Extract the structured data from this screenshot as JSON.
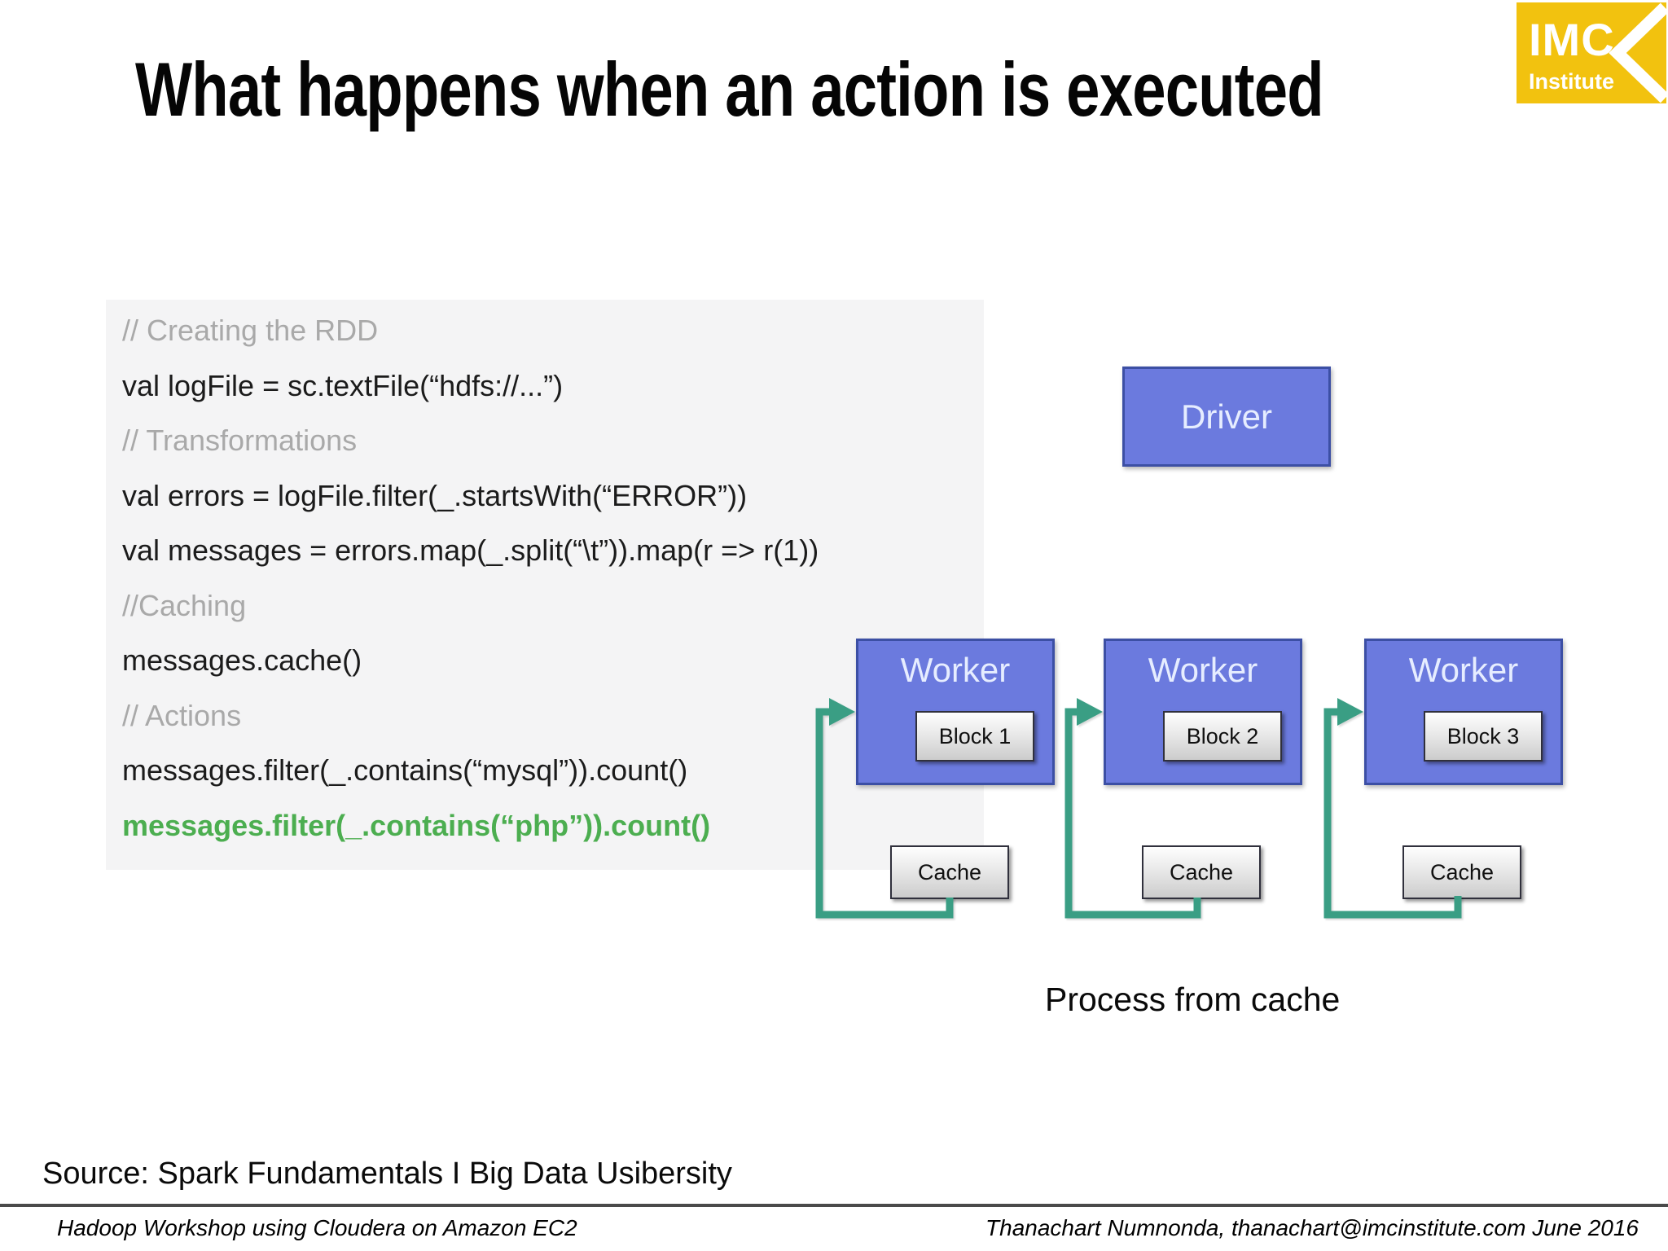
{
  "slide": {
    "title": "What happens when an action is executed",
    "source_note": "Source: Spark Fundamentals I Big Data Usibersity"
  },
  "logo": {
    "name": "IMC Institute",
    "line1": "IMC",
    "line2": "Institute"
  },
  "code": {
    "lines": [
      {
        "type": "comment",
        "text": "// Creating the RDD"
      },
      {
        "type": "code",
        "text": "val logFile = sc.textFile(“hdfs://...”)"
      },
      {
        "type": "comment",
        "text": "// Transformations"
      },
      {
        "type": "code",
        "text": "val errors = logFile.filter(_.startsWith(“ERROR”))"
      },
      {
        "type": "code",
        "text": "val messages = errors.map(_.split(“\\t”)).map(r => r(1))"
      },
      {
        "type": "comment",
        "text": "//Caching"
      },
      {
        "type": "code",
        "text": "messages.cache()"
      },
      {
        "type": "comment",
        "text": "// Actions"
      },
      {
        "type": "code",
        "text": "messages.filter(_.contains(“mysql”)).count()"
      },
      {
        "type": "highlight",
        "text": "messages.filter(_.contains(“php”)).count()"
      }
    ]
  },
  "diagram": {
    "driver_label": "Driver",
    "workers": [
      {
        "label": "Worker",
        "block": "Block 1"
      },
      {
        "label": "Worker",
        "block": "Block 2"
      },
      {
        "label": "Worker",
        "block": "Block 3"
      }
    ],
    "caches": [
      "Cache",
      "Cache",
      "Cache"
    ],
    "caption": "Process from cache"
  },
  "footer": {
    "left": "Hadoop Workshop using Cloudera on Amazon EC2",
    "right": "Thanachart Numnonda,  thanachart@imcinstitute.com  June 2016"
  },
  "colors": {
    "box_fill": "#6b7ade",
    "box_border": "#3c4fa4",
    "box_text": "#e6edff",
    "arrow_green": "#3a9e84",
    "code_highlight": "#4cae50",
    "comment_gray": "#a9a9a9",
    "logo_yellow": "#f2c20f"
  }
}
